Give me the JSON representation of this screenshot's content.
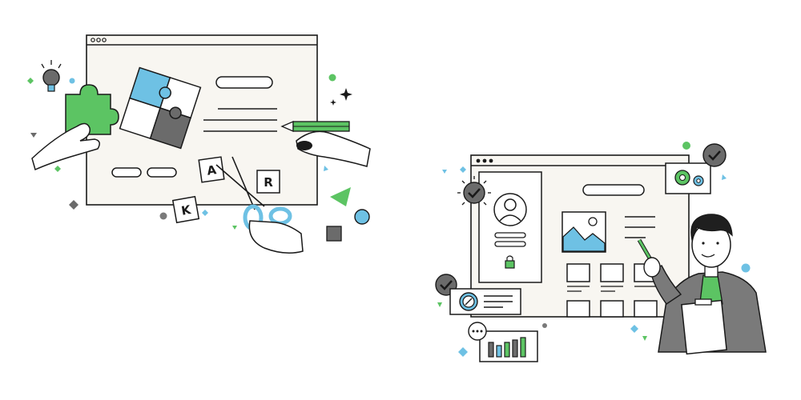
{
  "letters": [
    "A",
    "R",
    "K"
  ],
  "colors": {
    "green": "#5CC463",
    "blue": "#6EC1E4",
    "dark_gray": "#6B6B6B",
    "mid_gray": "#7A7A7A",
    "paper": "#F8F6F1",
    "ink": "#1A1A1A",
    "skin": "#FFFFFF",
    "hair": "#1F1F1F"
  },
  "icons": [
    "lightbulb-icon",
    "puzzle-icon",
    "pencil-icon",
    "scissors-icon",
    "check-icon",
    "gear-icon",
    "lock-icon",
    "user-avatar-icon",
    "image-icon",
    "percent-icon",
    "chat-dots-icon",
    "bar-chart-icon",
    "sparkle-icon",
    "clipboard-icon"
  ]
}
